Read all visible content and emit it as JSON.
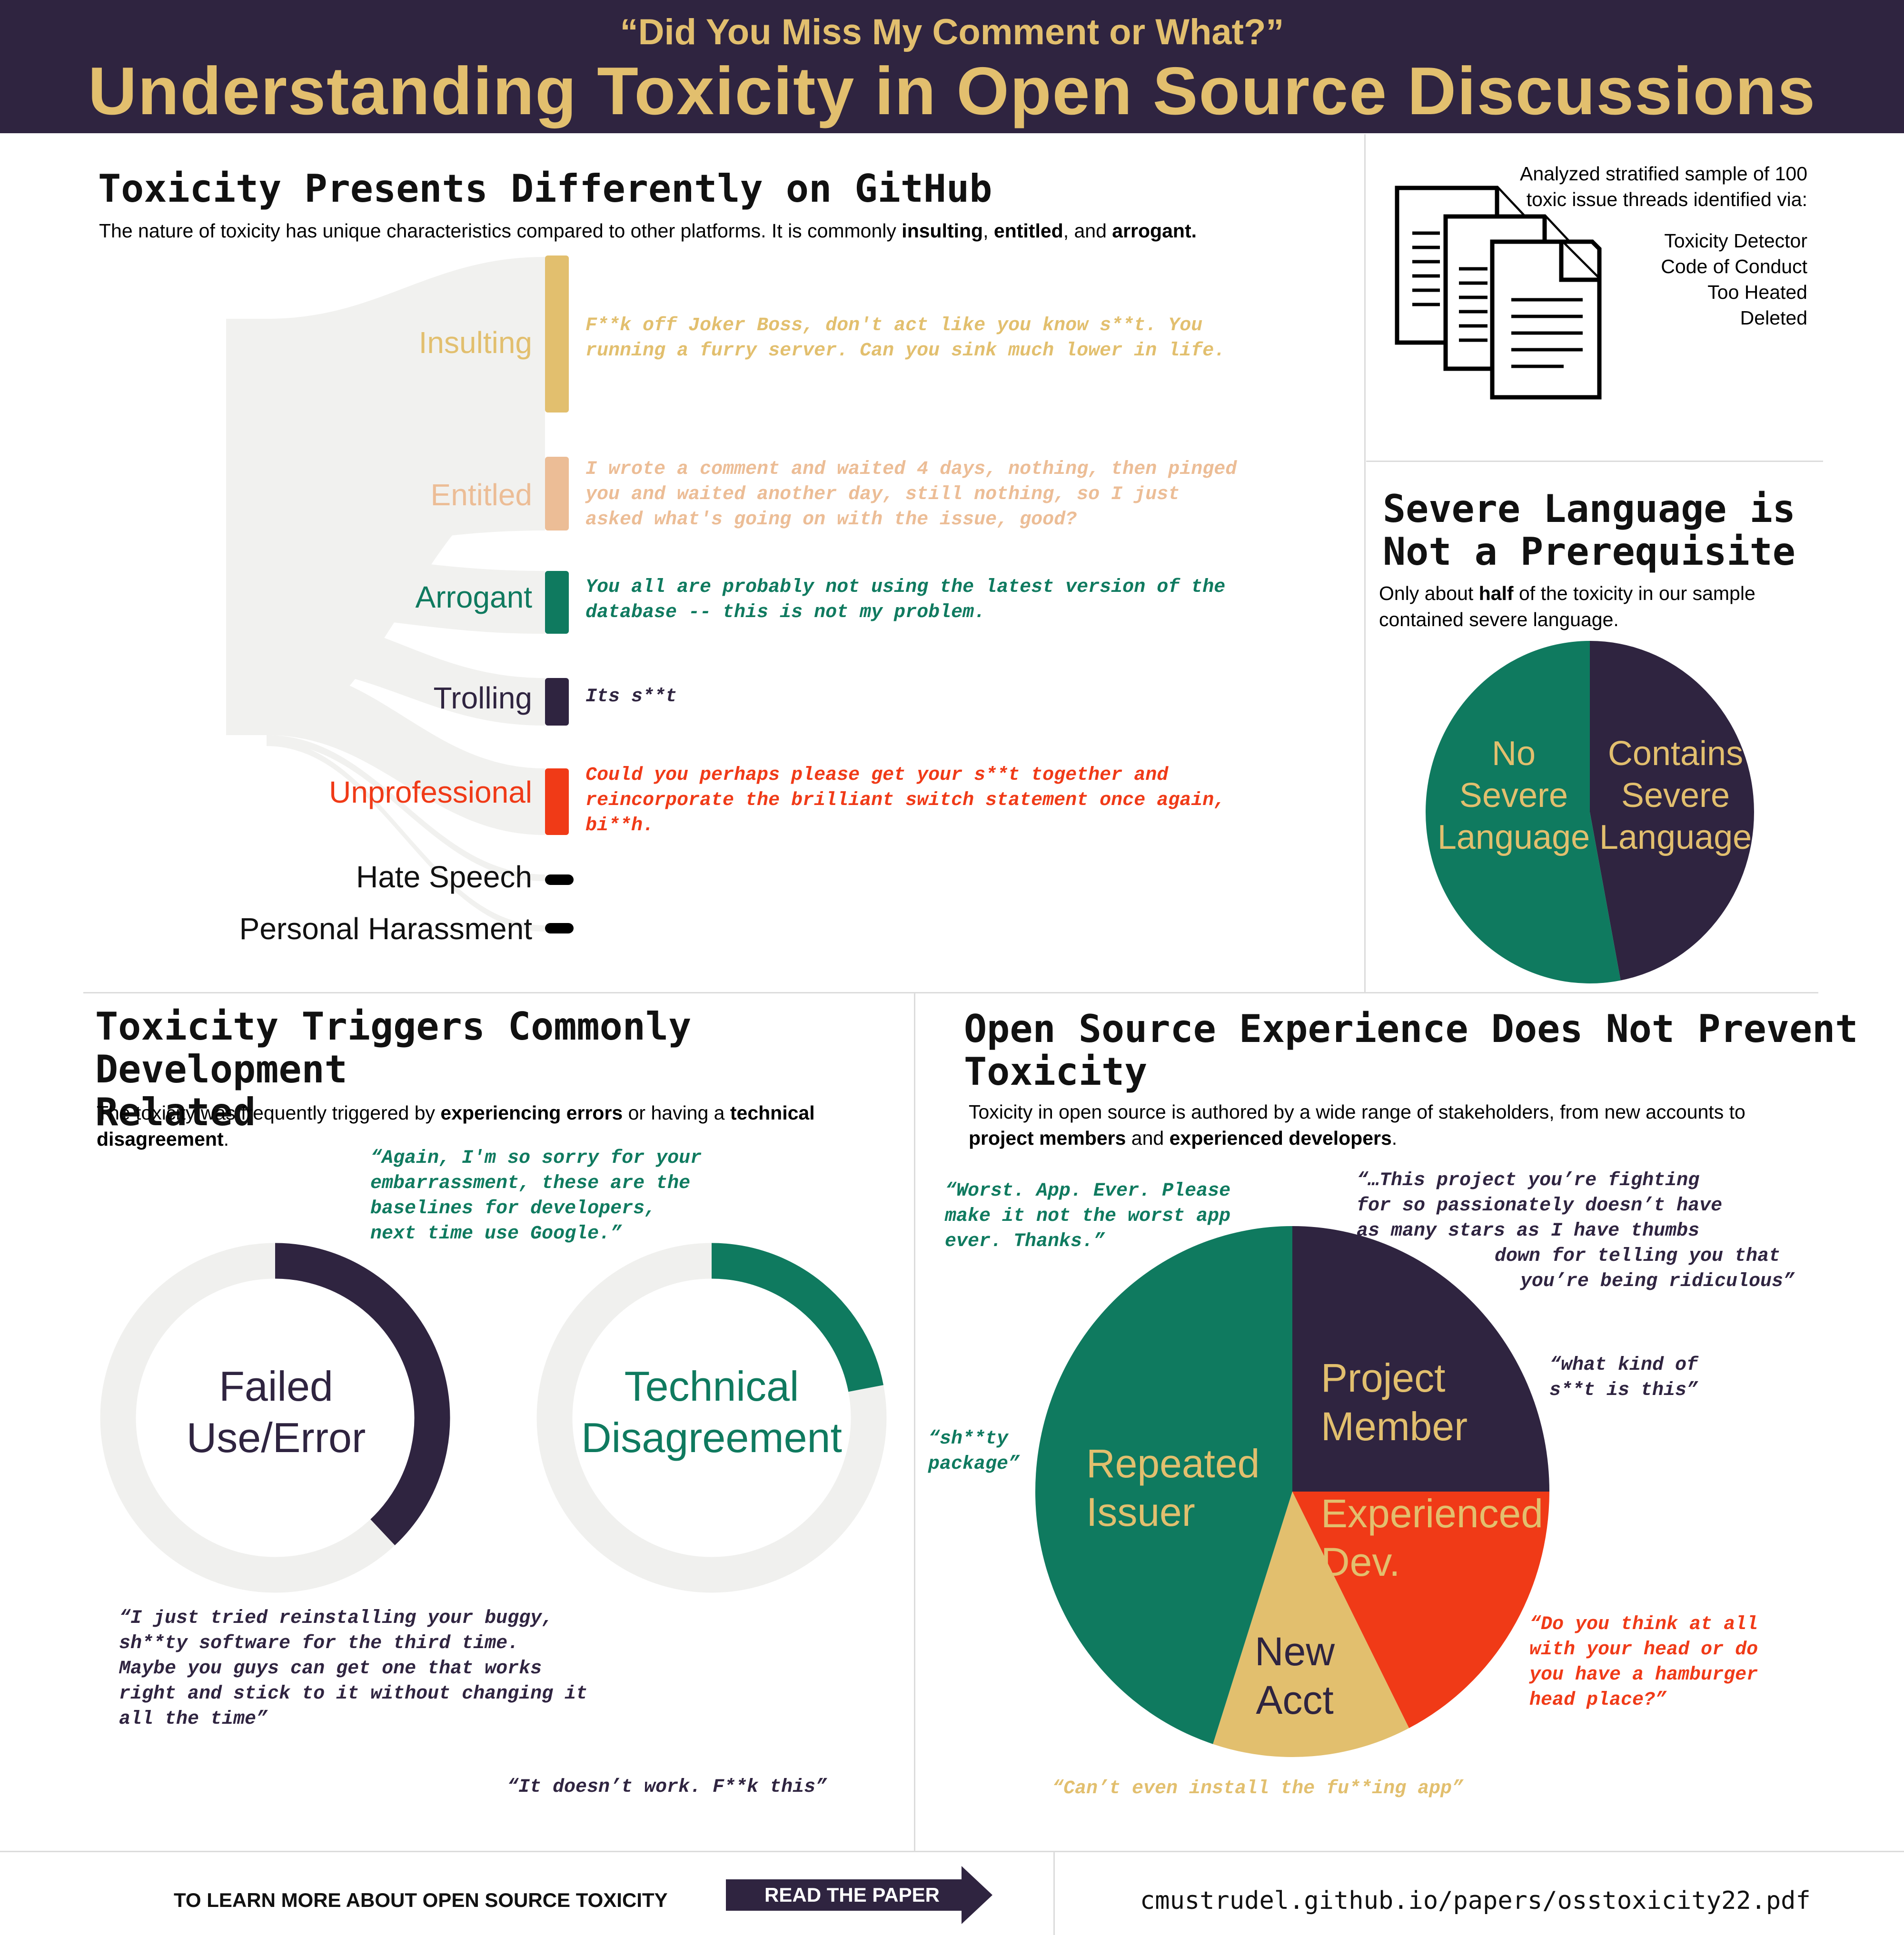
{
  "header": {
    "subtitle": "“Did You Miss My Comment or What?”",
    "title": "Understanding Toxicity in Open Source Discussions"
  },
  "section1": {
    "title": "Toxicity Presents Differently on GitHub",
    "desc_plain": "The nature of toxicity has unique characteristics compared to other platforms. It is commonly ",
    "desc_b1": "insulting",
    "desc_sep1": ", ",
    "desc_b2": "entitled",
    "desc_sep2": ", and ",
    "desc_b3": "arrogant.",
    "categories": [
      {
        "label": "Insulting",
        "color": "#e2bf6e",
        "quote_lines": [
          "F**k off Joker Boss, don't act like you know s**t. You",
          "running a furry server. Can you sink much lower in life."
        ]
      },
      {
        "label": "Entitled",
        "color": "#ecbd96",
        "quote_lines": [
          "I wrote a comment and waited 4 days, nothing, then pinged",
          "you and waited another day, still nothing, so I just",
          "asked what's going on with the issue, good?"
        ]
      },
      {
        "label": "Arrogant",
        "color": "#0f7a5f",
        "quote_lines": [
          "You all are probably not using the latest version of the",
          "database -- this is not my problem."
        ]
      },
      {
        "label": "Trolling",
        "color": "#2f2440",
        "quote_lines": [
          "Its s**t"
        ]
      },
      {
        "label": "Unprofessional",
        "color": "#f03a17",
        "quote_lines": [
          "Could you perhaps please get your s**t together and",
          "reincorporate the brilliant switch statement once again,",
          "bi**h."
        ]
      },
      {
        "label": "Hate Speech",
        "color": "#000000",
        "quote_lines": []
      },
      {
        "label": "Personal Harassment",
        "color": "#000000",
        "quote_lines": []
      }
    ]
  },
  "sample": {
    "intro_line1": "Analyzed stratified sample  of 100",
    "intro_line2": "toxic issue threads identified via:",
    "sources": [
      "Toxicity Detector",
      "Code of Conduct",
      "Too Heated",
      "Deleted"
    ]
  },
  "severe": {
    "title_line1": "Severe Language is",
    "title_line2": "Not a Prerequisite",
    "desc_pre": "Only about ",
    "desc_b": "half",
    "desc_post": " of the toxicity in our sample contained severe language.",
    "chart_data": {
      "type": "pie",
      "slices": [
        {
          "label": "Contains Severe Language",
          "value": 47,
          "color": "#2f2440"
        },
        {
          "label": "No Severe Language",
          "value": 53,
          "color": "#0f7a5f"
        }
      ]
    },
    "label_no": [
      "No",
      "Severe",
      "Language"
    ],
    "label_contains": [
      "Contains",
      "Severe",
      "Language"
    ]
  },
  "triggers": {
    "title_line1": "Toxicity Triggers Commonly Development",
    "title_line2": "Related",
    "desc_pre": "The toxicity was frequently triggered by ",
    "desc_b1": "experiencing errors",
    "desc_mid": " or having a ",
    "desc_b2": "technical",
    "desc_b3": "disagreement",
    "desc_post": ".",
    "quote_top": [
      "“Again, I'm so sorry for your",
      "embarrassment, these are the",
      "baselines for developers,",
      "next time use Google.”"
    ],
    "quote_bottom": [
      "“I just tried reinstalling your buggy,",
      "sh**ty software for the third time.",
      "Maybe you guys can get one that works",
      "right and stick to it without changing it",
      "all the time”"
    ],
    "quote_last": "“It doesn’t work. F**k this”",
    "chart_data": [
      {
        "type": "donut",
        "label_lines": [
          "Failed",
          "Use/Error"
        ],
        "value": 0.38,
        "color": "#2f2440"
      },
      {
        "type": "donut",
        "label_lines": [
          "Technical",
          "Disagreement"
        ],
        "value": 0.22,
        "color": "#0f7a5f"
      }
    ]
  },
  "experience": {
    "title_line1": "Open Source Experience Does Not Prevent",
    "title_line2": "Toxicity",
    "desc_pre": "Toxicity in open source is authored by a wide range of stakeholders, from new accounts to",
    "desc_b1": "project members",
    "desc_mid": " and ",
    "desc_b2": "experienced developers",
    "desc_post": ".",
    "quotes": {
      "worst_app": [
        "“Worst. App. Ever. Please",
        "make it not the worst app",
        "ever. Thanks.”"
      ],
      "project": [
        "“…This project you’re fighting",
        "for so passionately doesn’t have",
        "as many stars as I have thumbs",
        "down for telling you that",
        "you’re being ridiculous”"
      ],
      "what_kind": [
        "“what kind of",
        "s**t is this”"
      ],
      "shitty": [
        "“sh**ty",
        "package”"
      ],
      "head": [
        "“Do you think at all",
        "with your head or do",
        "you have a hamburger",
        "head place?”"
      ],
      "install": "“Can’t even install the fu**ing app”"
    },
    "chart_data": {
      "type": "pie",
      "slices": [
        {
          "label": "Project Member",
          "value": 25,
          "color": "#2f2440"
        },
        {
          "label": "Experienced Dev.",
          "value": 17.5,
          "color": "#f03a17"
        },
        {
          "label": "New Acct",
          "value": 12.5,
          "color": "#e2bf6e"
        },
        {
          "label": "Repeated Issuer",
          "value": 45,
          "color": "#0f7a5f"
        }
      ]
    },
    "label_project": [
      "Project",
      "Member"
    ],
    "label_experienced": [
      "Experienced",
      "Dev."
    ],
    "label_new": [
      "New",
      "Acct"
    ],
    "label_repeated": [
      "Repeated",
      "Issuer"
    ]
  },
  "footer": {
    "learn_more": "TO LEARN MORE ABOUT OPEN SOURCE TOXICITY",
    "read_paper": "READ THE PAPER",
    "url": "cmustrudel.github.io/papers/osstoxicity22.pdf"
  }
}
